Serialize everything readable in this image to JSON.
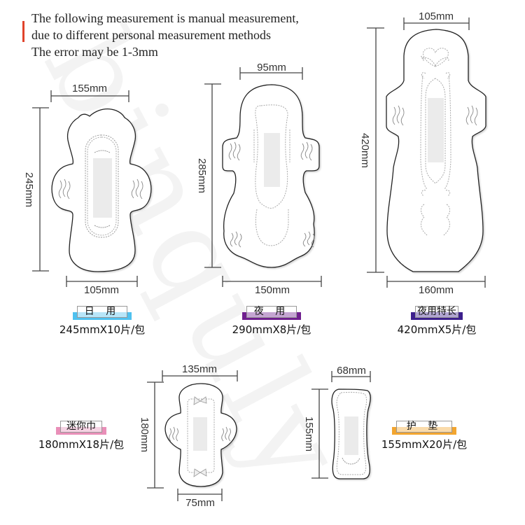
{
  "note": {
    "lines": [
      "The following measurement is manual measurement,",
      " due to different personal measurement methods",
      "The error may be 1-3mm"
    ],
    "accent_color": "#e0432b"
  },
  "products": [
    {
      "id": "daily",
      "name": "日 用",
      "spec": "245mmX10片/包",
      "badge_color": "#4fc1ef",
      "dims": {
        "top": "155mm",
        "height": "245mm",
        "bottom": "105mm"
      }
    },
    {
      "id": "night",
      "name": "夜 用",
      "spec": "290mmX8片/包",
      "badge_color": "#6f1f8e",
      "dims": {
        "top": "95mm",
        "height": "285mm",
        "bottom": "150mm"
      }
    },
    {
      "id": "extra-long-night",
      "name": "夜用特长",
      "spec": "420mmX5片/包",
      "badge_color": "#3c1f8c",
      "dims": {
        "top": "105mm",
        "height": "420mm",
        "bottom": "160mm"
      }
    },
    {
      "id": "mini",
      "name": "迷你巾",
      "spec": "180mmX18片/包",
      "badge_color": "#e98fb8",
      "dims": {
        "top": "135mm",
        "height": "180mm",
        "bottom": "75mm"
      }
    },
    {
      "id": "liner",
      "name": "护 垫",
      "spec": "155mmX20片/包",
      "badge_color": "#f2a52f",
      "dims": {
        "top": "68mm",
        "height": "155mm"
      }
    }
  ]
}
